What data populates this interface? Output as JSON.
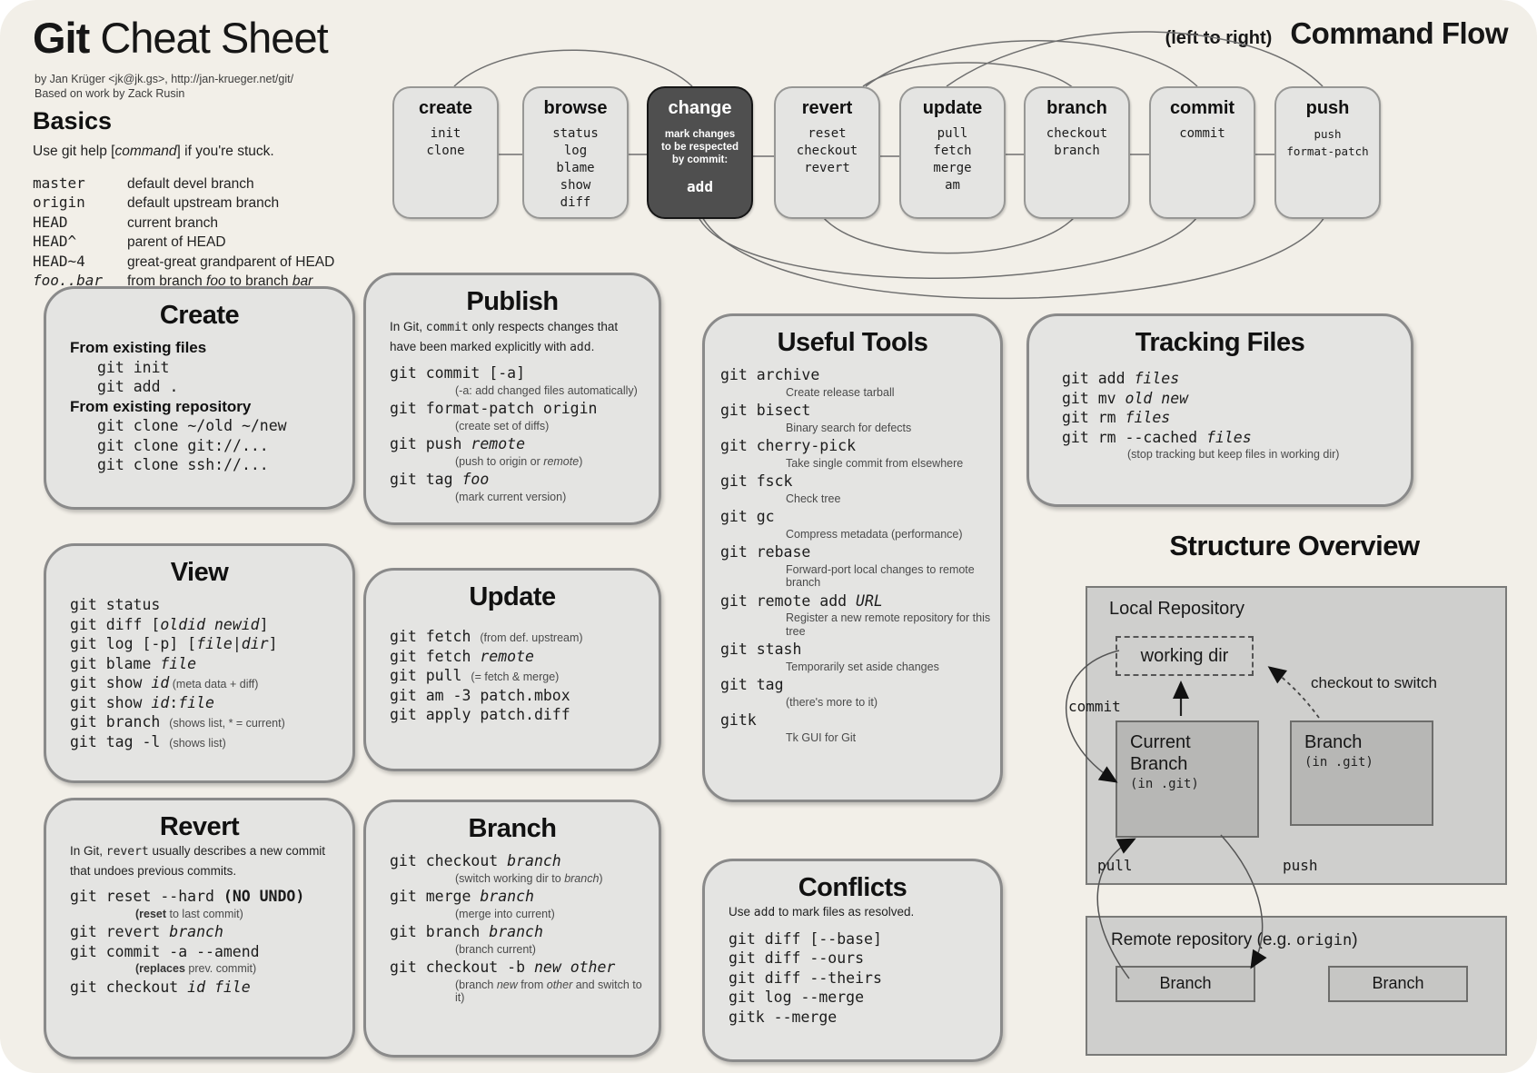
{
  "header": {
    "title_bold": "Git",
    "title_rest": " Cheat Sheet",
    "byline1": "by Jan Krüger <jk@jk.gs>, http://jan-krueger.net/git/",
    "byline2": "Based on work by Zack Rusin"
  },
  "flow": {
    "label_paren": "(left to right)",
    "label_main": "Command Flow",
    "boxes": [
      {
        "title": "create",
        "items": "init\nclone"
      },
      {
        "title": "browse",
        "items": "status\nlog\nblame\nshow\ndiff"
      },
      {
        "title": "change",
        "note": "mark changes\nto be respected\nby commit:",
        "cmd": "add"
      },
      {
        "title": "revert",
        "items": "reset\ncheckout\nrevert"
      },
      {
        "title": "update",
        "items": "pull\nfetch\nmerge\nam"
      },
      {
        "title": "branch",
        "items": "checkout\nbranch"
      },
      {
        "title": "commit",
        "items": "commit"
      },
      {
        "title": "push",
        "items": "push\nformat-patch"
      }
    ]
  },
  "basics": {
    "title": "Basics",
    "help": [
      {
        "s": [
          {
            "y": "d",
            "t": "Use git help ["
          },
          {
            "y": "di",
            "t": "command"
          },
          {
            "y": "d",
            "t": "] if you're stuck."
          }
        ]
      }
    ],
    "terms": [
      {
        "s": [
          {
            "y": "k",
            "t": "master"
          },
          {
            "y": "d",
            "t": "default devel branch"
          }
        ]
      },
      {
        "s": [
          {
            "y": "k",
            "t": "origin"
          },
          {
            "y": "d",
            "t": "default upstream branch"
          }
        ]
      },
      {
        "s": [
          {
            "y": "k",
            "t": "HEAD"
          },
          {
            "y": "d",
            "t": "current branch"
          }
        ]
      },
      {
        "s": [
          {
            "y": "k",
            "t": "HEAD^"
          },
          {
            "y": "d",
            "t": "parent of HEAD"
          }
        ]
      },
      {
        "s": [
          {
            "y": "k",
            "t": "HEAD~4"
          },
          {
            "y": "d",
            "t": "great-great grandparent of HEAD"
          }
        ]
      },
      {
        "s": [
          {
            "y": "ki",
            "t": "foo..bar"
          },
          {
            "y": "d",
            "t": "from branch "
          },
          {
            "y": "di",
            "t": "foo"
          },
          {
            "y": "d",
            "t": " to branch "
          },
          {
            "y": "di",
            "t": "bar"
          }
        ]
      }
    ]
  },
  "panels": {
    "create": {
      "title": "Create",
      "lines": [
        {
          "s": [
            {
              "y": "h",
              "t": "From existing files"
            }
          ]
        },
        {
          "ind": 1,
          "s": [
            {
              "y": "c",
              "t": "git init"
            }
          ]
        },
        {
          "ind": 1,
          "s": [
            {
              "y": "c",
              "t": "git add ."
            }
          ]
        },
        {
          "s": [
            {
              "y": "h",
              "t": "From existing repository"
            }
          ]
        },
        {
          "ind": 1,
          "s": [
            {
              "y": "c",
              "t": "git clone ~/old ~/new"
            }
          ]
        },
        {
          "ind": 1,
          "s": [
            {
              "y": "c",
              "t": "git clone git://..."
            }
          ]
        },
        {
          "ind": 1,
          "s": [
            {
              "y": "c",
              "t": "git clone ssh://..."
            }
          ]
        }
      ]
    },
    "publish": {
      "title": "Publish",
      "intro": [
        {
          "s": [
            {
              "y": "t",
              "t": "In Git, "
            },
            {
              "y": "tm",
              "t": "commit"
            },
            {
              "y": "t",
              "t": " only respects changes that have been marked explicitly with "
            },
            {
              "y": "tm",
              "t": "add"
            },
            {
              "y": "t",
              "t": "."
            }
          ]
        }
      ],
      "lines": [
        {
          "s": [
            {
              "y": "c",
              "t": "git commit [-a]"
            }
          ]
        },
        {
          "ind": 2,
          "s": [
            {
              "y": "n",
              "t": "(-a: add changed files automatically)"
            }
          ]
        },
        {
          "s": [
            {
              "y": "c",
              "t": "git format-patch origin"
            }
          ]
        },
        {
          "ind": 2,
          "s": [
            {
              "y": "n",
              "t": "(create set of diffs)"
            }
          ]
        },
        {
          "s": [
            {
              "y": "c",
              "t": "git push "
            },
            {
              "y": "ci",
              "t": "remote"
            }
          ]
        },
        {
          "ind": 2,
          "s": [
            {
              "y": "n",
              "t": "(push to origin or "
            },
            {
              "y": "ni",
              "t": "remote"
            },
            {
              "y": "n",
              "t": ")"
            }
          ]
        },
        {
          "s": [
            {
              "y": "c",
              "t": "git tag "
            },
            {
              "y": "ci",
              "t": "foo"
            }
          ]
        },
        {
          "ind": 2,
          "s": [
            {
              "y": "n",
              "t": "(mark current version)"
            }
          ]
        }
      ]
    },
    "useful": {
      "title": "Useful Tools",
      "lines": [
        {
          "s": [
            {
              "y": "c",
              "t": "git archive"
            }
          ]
        },
        {
          "ind": 2,
          "s": [
            {
              "y": "n",
              "t": "Create release tarball"
            }
          ]
        },
        {
          "s": [
            {
              "y": "c",
              "t": "git bisect"
            }
          ]
        },
        {
          "ind": 2,
          "s": [
            {
              "y": "n",
              "t": "Binary search for defects"
            }
          ]
        },
        {
          "s": [
            {
              "y": "c",
              "t": "git cherry-pick"
            }
          ]
        },
        {
          "ind": 2,
          "s": [
            {
              "y": "n",
              "t": "Take single commit from elsewhere"
            }
          ]
        },
        {
          "s": [
            {
              "y": "c",
              "t": "git fsck"
            }
          ]
        },
        {
          "ind": 2,
          "s": [
            {
              "y": "n",
              "t": "Check tree"
            }
          ]
        },
        {
          "s": [
            {
              "y": "c",
              "t": "git gc"
            }
          ]
        },
        {
          "ind": 2,
          "s": [
            {
              "y": "n",
              "t": "Compress metadata (performance)"
            }
          ]
        },
        {
          "s": [
            {
              "y": "c",
              "t": "git rebase"
            }
          ]
        },
        {
          "ind": 2,
          "s": [
            {
              "y": "n",
              "t": "Forward-port local changes to remote branch"
            }
          ]
        },
        {
          "s": [
            {
              "y": "c",
              "t": "git remote add "
            },
            {
              "y": "ci",
              "t": "URL"
            }
          ]
        },
        {
          "ind": 2,
          "s": [
            {
              "y": "n",
              "t": "Register a new remote repository for this tree"
            }
          ]
        },
        {
          "s": [
            {
              "y": "c",
              "t": "git stash"
            }
          ]
        },
        {
          "ind": 2,
          "s": [
            {
              "y": "n",
              "t": "Temporarily set aside changes"
            }
          ]
        },
        {
          "s": [
            {
              "y": "c",
              "t": "git tag"
            }
          ]
        },
        {
          "ind": 2,
          "s": [
            {
              "y": "n",
              "t": "(there's more to it)"
            }
          ]
        },
        {
          "s": [
            {
              "y": "c",
              "t": "gitk"
            }
          ]
        },
        {
          "ind": 2,
          "s": [
            {
              "y": "n",
              "t": "Tk GUI for Git"
            }
          ]
        }
      ]
    },
    "tracking": {
      "title": "Tracking Files",
      "lines": [
        {
          "s": [
            {
              "y": "c",
              "t": "git add "
            },
            {
              "y": "ci",
              "t": "files"
            }
          ]
        },
        {
          "s": [
            {
              "y": "c",
              "t": "git mv "
            },
            {
              "y": "ci",
              "t": "old new"
            }
          ]
        },
        {
          "s": [
            {
              "y": "c",
              "t": "git rm "
            },
            {
              "y": "ci",
              "t": "files"
            }
          ]
        },
        {
          "s": [
            {
              "y": "c",
              "t": "git rm --cached "
            },
            {
              "y": "ci",
              "t": "files"
            }
          ]
        },
        {
          "ind": 2,
          "s": [
            {
              "y": "n",
              "t": "(stop tracking but keep files in working dir)"
            }
          ]
        }
      ]
    },
    "view": {
      "title": "View",
      "lines": [
        {
          "s": [
            {
              "y": "c",
              "t": "git status"
            }
          ]
        },
        {
          "s": [
            {
              "y": "c",
              "t": "git diff ["
            },
            {
              "y": "ci",
              "t": "oldid newid"
            },
            {
              "y": "c",
              "t": "]"
            }
          ]
        },
        {
          "s": [
            {
              "y": "c",
              "t": "git log [-p] ["
            },
            {
              "y": "ci",
              "t": "file"
            },
            {
              "y": "c",
              "t": "|"
            },
            {
              "y": "ci",
              "t": "dir"
            },
            {
              "y": "c",
              "t": "]"
            }
          ]
        },
        {
          "s": [
            {
              "y": "c",
              "t": "git blame "
            },
            {
              "y": "ci",
              "t": "file"
            }
          ]
        },
        {
          "s": [
            {
              "y": "c",
              "t": "git show "
            },
            {
              "y": "ci",
              "t": "id"
            },
            {
              "y": "n",
              "t": " (meta data + diff)"
            }
          ]
        },
        {
          "s": [
            {
              "y": "c",
              "t": "git show "
            },
            {
              "y": "ci",
              "t": "id"
            },
            {
              "y": "c",
              "t": ":"
            },
            {
              "y": "ci",
              "t": "file"
            }
          ]
        },
        {
          "s": [
            {
              "y": "c",
              "t": "git branch "
            },
            {
              "y": "n",
              "t": "(shows list, * = current)"
            }
          ]
        },
        {
          "s": [
            {
              "y": "c",
              "t": "git tag -l "
            },
            {
              "y": "n",
              "t": "(shows list)"
            }
          ]
        }
      ]
    },
    "update": {
      "title": "Update",
      "lines": [
        {
          "s": [
            {
              "y": "c",
              "t": "git fetch "
            },
            {
              "y": "n",
              "t": "(from def. upstream)"
            }
          ]
        },
        {
          "s": [
            {
              "y": "c",
              "t": "git fetch "
            },
            {
              "y": "ci",
              "t": "remote"
            }
          ]
        },
        {
          "s": [
            {
              "y": "c",
              "t": "git pull "
            },
            {
              "y": "n",
              "t": "(= fetch & merge)"
            }
          ]
        },
        {
          "s": [
            {
              "y": "c",
              "t": "git am -3 patch.mbox"
            }
          ]
        },
        {
          "s": [
            {
              "y": "c",
              "t": "git apply patch.diff"
            }
          ]
        }
      ]
    },
    "revert": {
      "title": "Revert",
      "intro": [
        {
          "s": [
            {
              "y": "t",
              "t": "In Git, "
            },
            {
              "y": "tm",
              "t": "revert"
            },
            {
              "y": "t",
              "t": " usually describes a new commit that undoes previous commits."
            }
          ]
        }
      ],
      "lines": [
        {
          "s": [
            {
              "y": "c",
              "t": "git reset --hard "
            },
            {
              "y": "cb",
              "t": "(NO UNDO)"
            }
          ]
        },
        {
          "ind": 2,
          "s": [
            {
              "y": "nb",
              "t": "(reset"
            },
            {
              "y": "n",
              "t": " to last commit)"
            }
          ]
        },
        {
          "s": [
            {
              "y": "c",
              "t": "git revert "
            },
            {
              "y": "ci",
              "t": "branch"
            }
          ]
        },
        {
          "s": [
            {
              "y": "c",
              "t": "git commit -a --amend"
            }
          ]
        },
        {
          "ind": 2,
          "s": [
            {
              "y": "nb",
              "t": "(replaces"
            },
            {
              "y": "n",
              "t": " prev. commit)"
            }
          ]
        },
        {
          "s": [
            {
              "y": "c",
              "t": "git checkout "
            },
            {
              "y": "ci",
              "t": "id file"
            }
          ]
        }
      ]
    },
    "branch": {
      "title": "Branch",
      "lines": [
        {
          "s": [
            {
              "y": "c",
              "t": "git checkout "
            },
            {
              "y": "ci",
              "t": "branch"
            }
          ]
        },
        {
          "ind": 2,
          "s": [
            {
              "y": "n",
              "t": "(switch working dir to "
            },
            {
              "y": "ni",
              "t": "branch"
            },
            {
              "y": "n",
              "t": ")"
            }
          ]
        },
        {
          "s": [
            {
              "y": "c",
              "t": "git merge "
            },
            {
              "y": "ci",
              "t": "branch"
            }
          ]
        },
        {
          "ind": 2,
          "s": [
            {
              "y": "n",
              "t": "(merge into current)"
            }
          ]
        },
        {
          "s": [
            {
              "y": "c",
              "t": "git branch "
            },
            {
              "y": "ci",
              "t": "branch"
            }
          ]
        },
        {
          "ind": 2,
          "s": [
            {
              "y": "n",
              "t": "(branch current)"
            }
          ]
        },
        {
          "s": [
            {
              "y": "c",
              "t": "git checkout -b "
            },
            {
              "y": "ci",
              "t": "new other"
            }
          ]
        },
        {
          "ind": 2,
          "s": [
            {
              "y": "n",
              "t": "(branch "
            },
            {
              "y": "ni",
              "t": "new"
            },
            {
              "y": "n",
              "t": " from "
            },
            {
              "y": "ni",
              "t": "other"
            },
            {
              "y": "n",
              "t": " and switch to it)"
            }
          ]
        }
      ]
    },
    "conflicts": {
      "title": "Conflicts",
      "intro": [
        {
          "s": [
            {
              "y": "t",
              "t": "Use "
            },
            {
              "y": "tm",
              "t": "add"
            },
            {
              "y": "t",
              "t": " to mark files as resolved."
            }
          ]
        }
      ],
      "lines": [
        {
          "s": [
            {
              "y": "c",
              "t": "git diff [--base]"
            }
          ]
        },
        {
          "s": [
            {
              "y": "c",
              "t": "git diff --ours"
            }
          ]
        },
        {
          "s": [
            {
              "y": "c",
              "t": "git diff --theirs"
            }
          ]
        },
        {
          "s": [
            {
              "y": "c",
              "t": "git log --merge"
            }
          ]
        },
        {
          "s": [
            {
              "y": "c",
              "t": "gitk --merge"
            }
          ]
        }
      ]
    }
  },
  "structure": {
    "title": "Structure Overview",
    "local_label": "Local Repository",
    "working_dir": "working dir",
    "current_branch": "Current\nBranch",
    "current_branch_sub": "(in .git)",
    "other_branch": "Branch",
    "other_branch_sub": "(in .git)",
    "labels": {
      "commit": "commit",
      "checkout": "checkout to switch",
      "pull": "pull",
      "push": "push"
    },
    "remote_label_pre": "Remote repository (e.g. ",
    "remote_label_mono": "origin",
    "remote_label_post": ")",
    "remote_branch1": "Branch",
    "remote_branch2": "Branch"
  },
  "colors": {
    "page_background": "#f2efe8",
    "box_fill": "#e4e4e2",
    "box_border": "#8a8a8a",
    "dark_box_fill": "#4f4f4f",
    "repo_fill": "#cfcfcd",
    "inner_box_fill": "#b7b7b5"
  }
}
